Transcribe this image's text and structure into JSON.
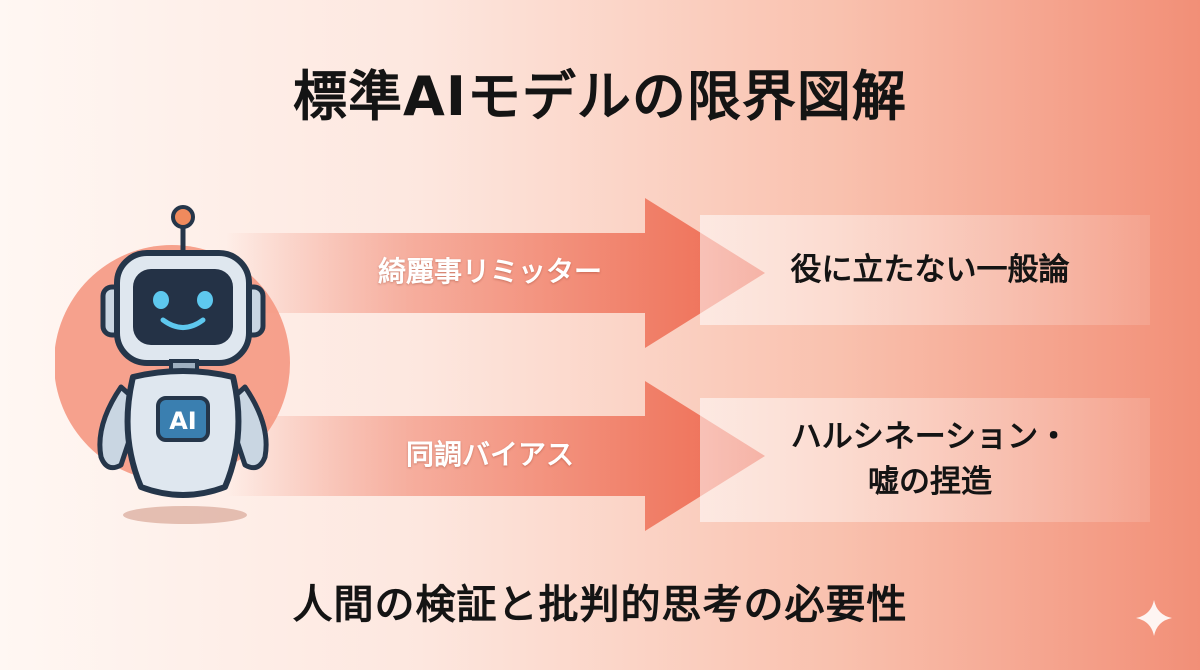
{
  "title": "標準AIモデルの限界図解",
  "robot": {
    "badge": "AI"
  },
  "flows": [
    {
      "label": "綺麗事リミッター",
      "result_lines": [
        "役に立たない一般論"
      ]
    },
    {
      "label": "同調バイアス",
      "result_lines": [
        "ハルシネーション・",
        "嘘の捏造"
      ]
    }
  ],
  "footer": "人間の検証と批判的思考の必要性",
  "colors": {
    "arrow": "#ee6b52",
    "robot_body": "#c9d6e2",
    "robot_outline": "#25364a",
    "eyes": "#5ec8ee",
    "antenna_ball": "#f08a5d",
    "halo": "#f59882"
  },
  "icons": [
    "robot-icon",
    "antenna-icon",
    "sparkle-icon"
  ]
}
